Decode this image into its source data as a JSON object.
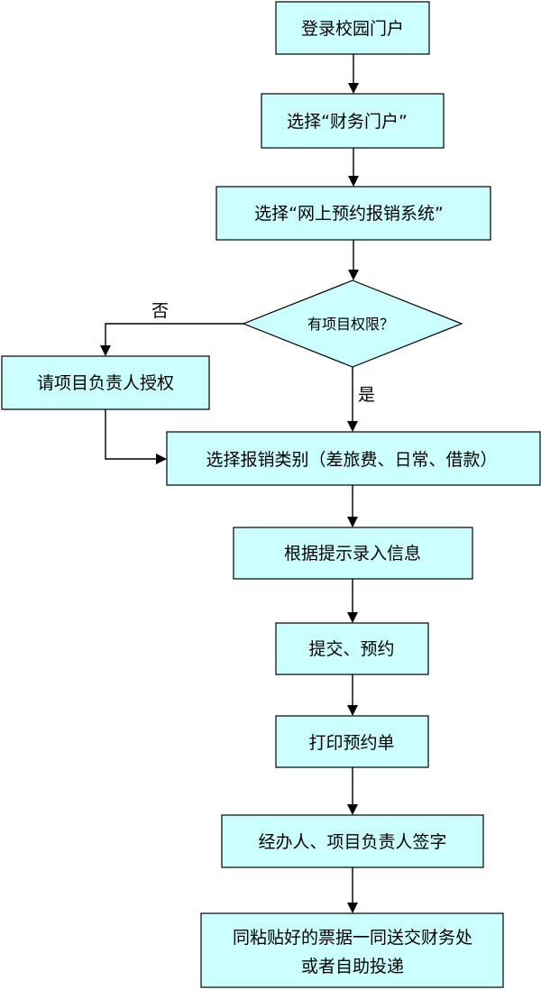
{
  "colors": {
    "box_fill": "#ccffff",
    "stroke": "#000000",
    "background": "#ffffff"
  },
  "steps": {
    "login_portal": "登录校园门户",
    "select_finance_portal": "选择“财务门户”",
    "select_booking_system": "选择“网上预约报销系统”",
    "decision_permission": "有项目权限？",
    "request_authorization": "请项目负责人授权",
    "select_category": "选择报销类别（差旅费、日常、借款）",
    "enter_info": "根据提示录入信息",
    "submit_booking": "提交、预约",
    "print_slip": "打印预约单",
    "sign": "经办人、项目负责人签字",
    "deliver_line1": "同粘贴好的票据一同送交财务处",
    "deliver_line2": "或者自助投递"
  },
  "branches": {
    "no": "否",
    "yes": "是"
  }
}
